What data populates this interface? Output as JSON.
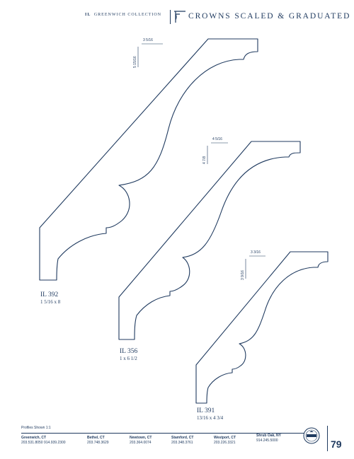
{
  "header": {
    "brand_initials": "IL",
    "brand_name": "GREENWICH COLLECTION",
    "title": "CROWNS SCALED & GRADUATED"
  },
  "profiles": [
    {
      "code": "IL 392",
      "size": "1 5/16 x 8",
      "dim_width": "3 5/16",
      "dim_height": "5 15/16"
    },
    {
      "code": "IL 356",
      "size": "1 x 6 1/2",
      "dim_width": "4 5/16",
      "dim_height": "4 7/8"
    },
    {
      "code": "IL 391",
      "size": "13/16 x 4 3/4",
      "dim_width": "3 3/16",
      "dim_height": "3 9/16"
    }
  ],
  "footer": {
    "note": "Profiles Shown 1:1",
    "locations": [
      {
        "city": "Greenwich, CT",
        "phone": "203.531.8050  914.939.2300"
      },
      {
        "city": "Bethel, CT",
        "phone": "203.748.3629"
      },
      {
        "city": "Newtown, CT",
        "phone": "203.364.0074"
      },
      {
        "city": "Stamford, CT",
        "phone": "203.348.3761"
      },
      {
        "city": "Westport, CT",
        "phone": "203.226.3321"
      },
      {
        "city": "Shrub Oak, NY",
        "phone": "914.245.5000"
      }
    ],
    "page_number": "79"
  },
  "colors": {
    "ink": "#1f3a5f",
    "background": "#ffffff"
  }
}
